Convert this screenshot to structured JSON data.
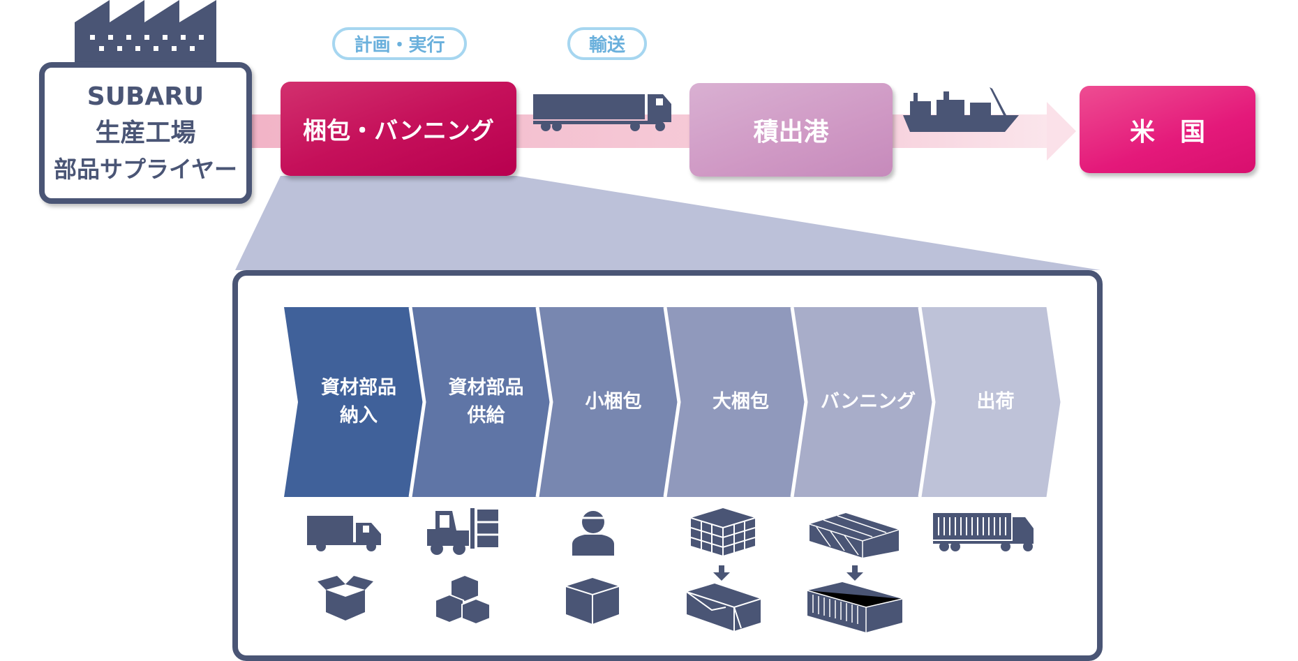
{
  "origin": {
    "line1": "SUBARU",
    "line2": "生産工場",
    "line3": "部品サプライヤー"
  },
  "labels": {
    "plan": "計画・実行",
    "transport": "輸送"
  },
  "flow": [
    {
      "label": "梱包・バンニング",
      "color": "#c5105a"
    },
    {
      "label": "積出港",
      "color": "#cf98c4"
    },
    {
      "label": "米　国",
      "color": "#e4197a"
    }
  ],
  "steps": [
    {
      "label": "資材部品\n納入",
      "color": "#40619a"
    },
    {
      "label": "資材部品\n供給",
      "color": "#5f75a6"
    },
    {
      "label": "小梱包",
      "color": "#7887b0"
    },
    {
      "label": "大梱包",
      "color": "#9099bc"
    },
    {
      "label": "バンニング",
      "color": "#a8adc9"
    },
    {
      "label": "出荷",
      "color": "#bec2d8"
    }
  ]
}
